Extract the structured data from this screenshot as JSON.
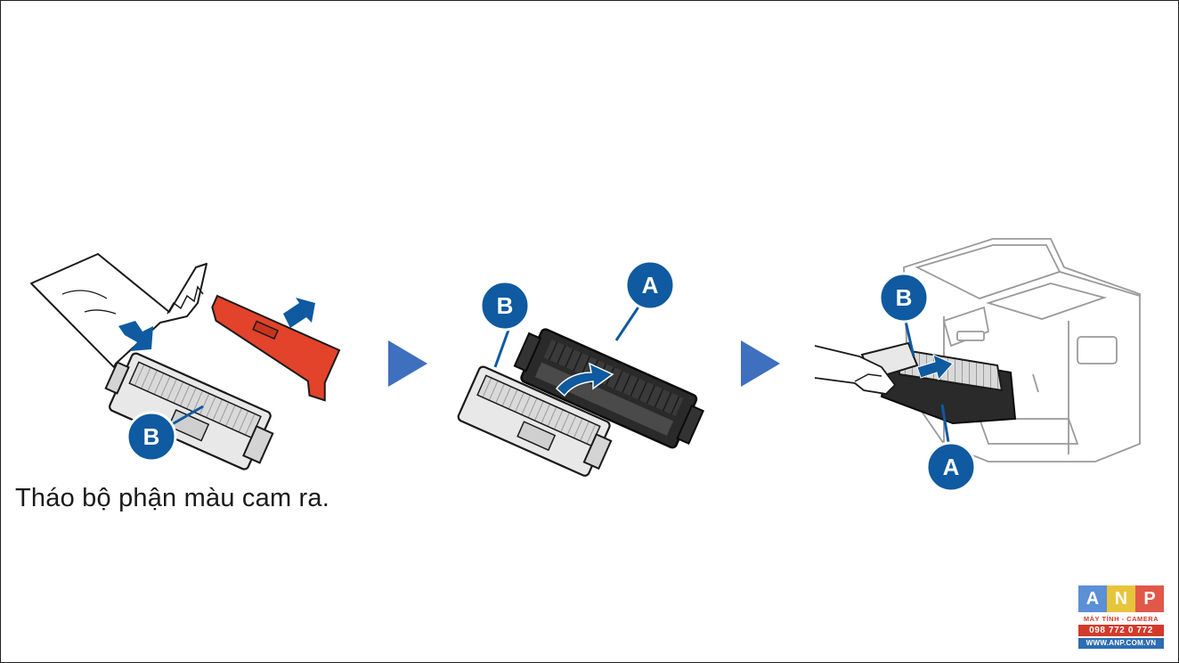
{
  "caption": "Tháo bộ phận màu cam ra.",
  "callouts": {
    "step1_b": "B",
    "step2_b": "B",
    "step2_a": "A",
    "step3_b": "B",
    "step3_a": "A"
  },
  "logo": {
    "letters": [
      "A",
      "N",
      "P"
    ],
    "letter_colors": [
      "#5b8fd6",
      "#e8c43a",
      "#e0584a"
    ],
    "tagline": "MÁY TÍNH - CAMERA",
    "phone": "098 772 0 772",
    "website": "WWW.ANP.COM.VN"
  },
  "colors": {
    "callout_fill": "#0f5aa0",
    "arrow_fill": "#0f5aa0",
    "step_arrow": "#3f6fbf",
    "orange_part": "#e2432a"
  }
}
